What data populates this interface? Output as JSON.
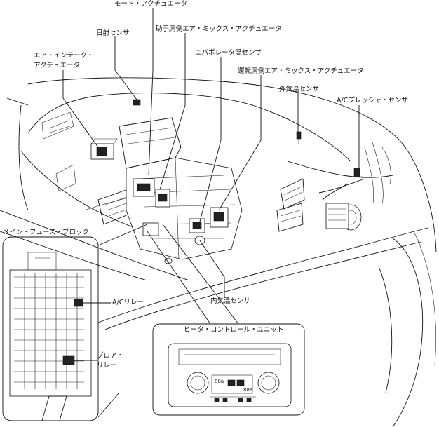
{
  "labels": {
    "mode_actuator": "モード・アクチュエータ",
    "solar_sensor": "日射センサ",
    "passenger_air_mix_actuator": "助手席側エア・ミックス・アクチュエータ",
    "air_intake_actuator_line1": "エア・インテーク・",
    "air_intake_actuator_line2": "アクチュエータ",
    "evaporator_temp_sensor": "エバポレータ温センサ",
    "driver_air_mix_actuator": "運転席側エア・ミックス・アクチュエータ",
    "ambient_temp_sensor": "外気温センサ",
    "ac_pressure_sensor": "A/Cプレッシャ・センサ",
    "main_fuse_block": "メイン・フューズ・ブロック",
    "ac_relay": "A/Cリレー",
    "cabin_temp_sensor": "内気温センサ",
    "heater_control_unit": "ヒータ・コントロール・ユニット",
    "blower_relay_line1": "ブロア・",
    "blower_relay_line2": "リレー"
  },
  "control_panel": {
    "left_display": "88a",
    "right_display": "88a"
  }
}
